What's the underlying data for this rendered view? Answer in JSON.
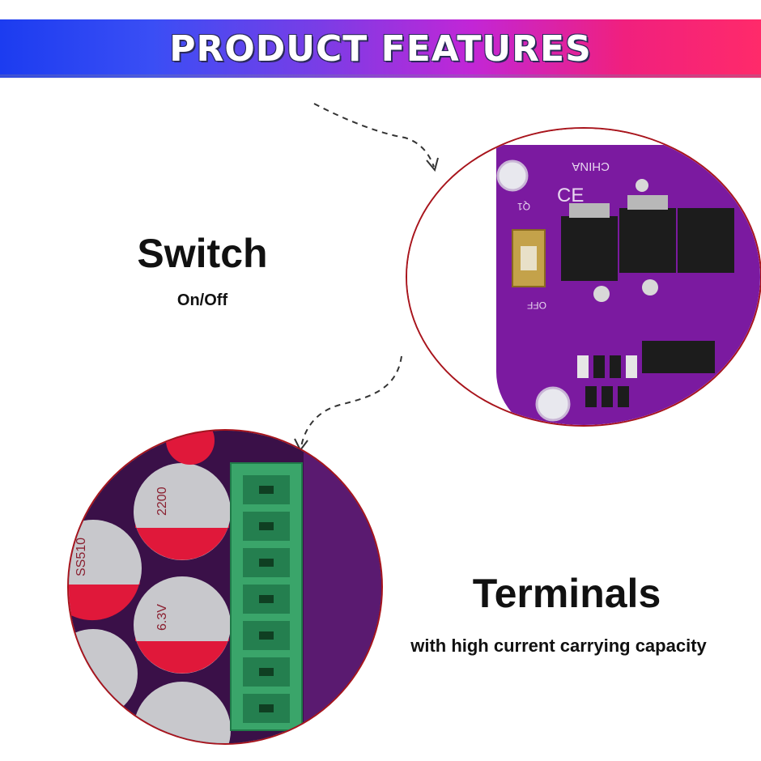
{
  "banner": {
    "title": "PRODUCT FEATURES"
  },
  "switch_feature": {
    "title": "Switch",
    "subtitle": "On/Off",
    "pcb_text": {
      "country": "CHINA",
      "mark": "CE",
      "ref": "Q1",
      "off_label": "OFF"
    }
  },
  "terminal_feature": {
    "title": "Terminals",
    "subtitle": "with high current carrying capacity",
    "capacitor": {
      "value": "2200",
      "voltage": "6.3V",
      "series": "SS510"
    }
  },
  "colors": {
    "circle_border": "#a8141c",
    "pcb_purple": "#7b1aa0",
    "terminal_green": "#3aa56a",
    "capacitor_red": "#e0183a"
  }
}
